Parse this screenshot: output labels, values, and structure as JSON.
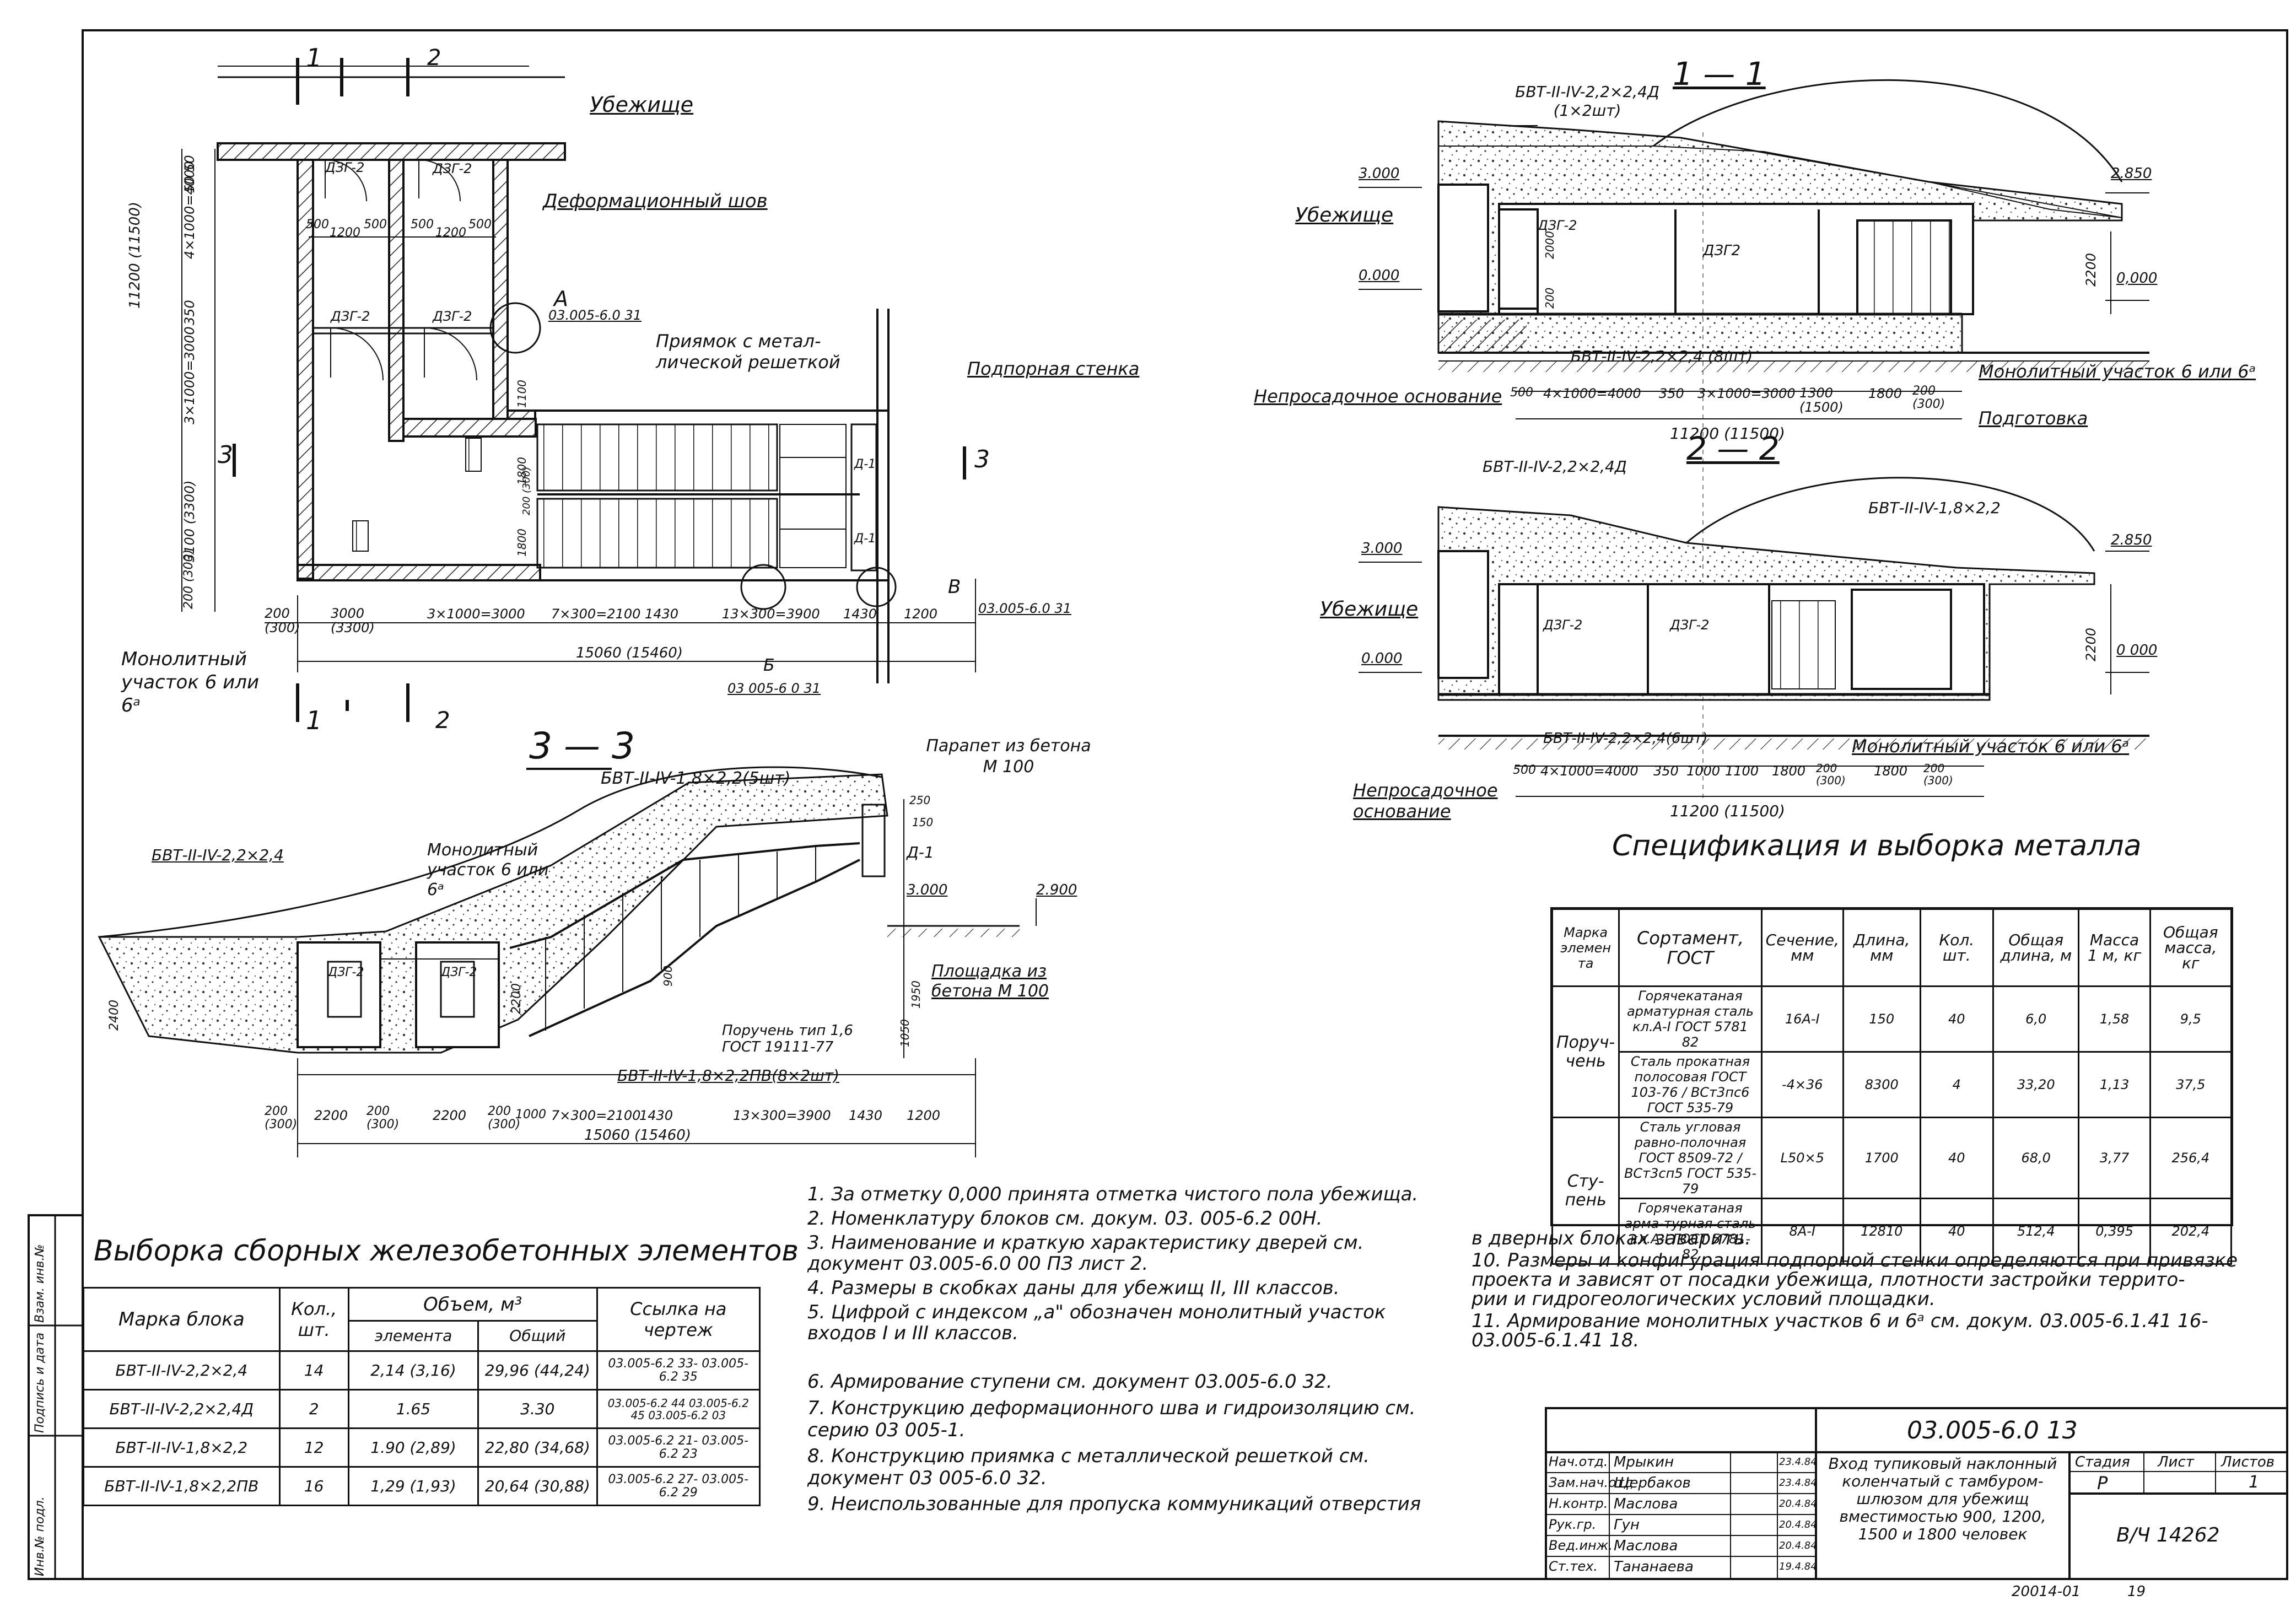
{
  "plan": {
    "cut_labels": [
      "1",
      "2",
      "3"
    ],
    "shelter_label": "Убежище",
    "deformation_joint": "Деформационный шов",
    "door_label": "ДЗГ-2",
    "pit_label": "Приямок с метал-лической решеткой",
    "retaining_wall": "Подпорная стенка",
    "monolith": "Монолитный участок 6 или 6ᵃ",
    "callout_a": "А",
    "callout_a_ref": "03.005-6.0 31",
    "callout_b": "В",
    "callout_b_ref": "03.005-6.0 31",
    "callout_c": "Б",
    "callout_c_ref": "03 005-6 0 31",
    "d1": "Д-1",
    "dims_bottom": [
      "200 (300)",
      "3000 (3300)",
      "3×1000=3000",
      "7×300=2100",
      "1430",
      "13×300=3900",
      "1430",
      "1200"
    ],
    "dim_total": "15060 (15460)",
    "dims_left": [
      "50 50",
      "4×1000=4000",
      "350",
      "3×1000=3000",
      "11200 (11500)",
      "3100 (3300)",
      "200 (300)"
    ],
    "dims_top_small": [
      "500",
      "1200",
      "500",
      "500",
      "1200",
      "500"
    ],
    "dims_right": [
      "1100",
      "1800",
      "200 (300)",
      "1800"
    ]
  },
  "section11": {
    "title": "1 — 1",
    "block_top": "БВТ-II-IV-2,2×2,4Д (1×2шт)",
    "block_bottom": "БВТ-II-IV-2,2×2,4 (8шт)",
    "lvl_300": "3.000",
    "lvl_000": "0.000",
    "lvl_285": "2.850",
    "lvl_right_000": "0,000",
    "shelter": "Убежище",
    "door": "ДЗГ-2",
    "door2": "ДЗГ2",
    "non_subsiding": "Непросадочное основание",
    "monolith": "Монолитный участок 6 или 6ᵃ",
    "prep": "Подготовка",
    "dims": [
      "500",
      "4×1000=4000",
      "350",
      "3×1000=3000",
      "1300 (1500)",
      "1800",
      "200 (300)"
    ],
    "total": "11200 (11500)",
    "height": "2200",
    "h200": "200",
    "h2000": "2000"
  },
  "section22": {
    "title": "2 — 2",
    "block_top": "БВТ-II-IV-2,2×2,4Д",
    "block_right": "БВТ-II-IV-1,8×2,2",
    "block_bottom": "БВТ-II-IV-2,2×2,4(6шт)",
    "lvl_300": "3.000",
    "lvl_000": "0.000",
    "lvl_285": "2.850",
    "lvl_right_000": "0 000",
    "shelter": "Убежище",
    "door": "ДЗГ-2",
    "non_subsiding": "Непросадочное основание",
    "monolith": "Монолитный участок 6 или 6ᵃ",
    "dims": [
      "500",
      "4×1000=4000",
      "350",
      "1000",
      "1100",
      "1800",
      "200 (300)",
      "1800",
      "200 (300)"
    ],
    "total": "11200 (11500)",
    "height": "2200"
  },
  "section33": {
    "title": "3 — 3",
    "block_top": "БВТ-II-IV-1,8×2,2(5шт)",
    "block_left": "БВТ-II-IV-2,2×2,4",
    "monolith": "Монолитный участок 6 или 6ᵃ",
    "parapet": "Парапет из бетона М 100",
    "d1": "Д-1",
    "lvl_300": "3.000",
    "lvl_290": "2.900",
    "platform": "Площадка из бетона М 100",
    "rail": "Поручень тип 1,6 ГОСТ 19111-77",
    "block_bottom": "БВТ-II-IV-1,8×2,2ПВ(8×2шт)",
    "door": "ДЗГ-2",
    "dims": [
      "200 (300)",
      "2200",
      "200 (300)",
      "2200",
      "200 (300)",
      "1000",
      "7×300=2100",
      "1430",
      "13×300=3900",
      "1430",
      "1200"
    ],
    "total": "15060 (15460)",
    "heights": [
      "2400",
      "2200",
      "900",
      "250",
      "150",
      "1950",
      "1050"
    ]
  },
  "spec_metal": {
    "title": "Спецификация и выборка металла",
    "headers": [
      "Марка элемен та",
      "Сортамент, ГОСТ",
      "Сечение, мм",
      "Длина, мм",
      "Кол. шт.",
      "Общая длина, м",
      "Масса 1 м, кг",
      "Общая масса, кг"
    ],
    "groups": [
      {
        "mark": "Поруч- чень",
        "rows": [
          [
            "Горячекатаная арматурная сталь кл.А-I ГОСТ 5781 82",
            "16А-I",
            "150",
            "40",
            "6,0",
            "1,58",
            "9,5"
          ],
          [
            "Сталь прокатная полосовая ГОСТ 103-76 / ВСт3пс6 ГОСТ 535-79",
            "-4×36",
            "8300",
            "4",
            "33,20",
            "1,13",
            "37,5"
          ]
        ]
      },
      {
        "mark": "Сту- пень",
        "rows": [
          [
            "Сталь угловая равно-полочная ГОСТ 8509-72 / ВСт3сп5 ГОСТ 535-79",
            "L50×5",
            "1700",
            "40",
            "68,0",
            "3,77",
            "256,4"
          ],
          [
            "Горячекатаная арма-турная сталь кл.А-I ГОСТ 5781-82",
            "8А-I",
            "12810",
            "40",
            "512,4",
            "0,395",
            "202,4"
          ]
        ]
      }
    ]
  },
  "spec_blocks": {
    "title": "Выборка сборных железобетонных элементов",
    "headers": [
      "Марка блока",
      "Кол., шт.",
      "Объем, м³",
      "элемента",
      "Общий",
      "Ссылка на чертеж"
    ],
    "rows": [
      [
        "БВТ-II-IV-2,2×2,4",
        "14",
        "2,14 (3,16)",
        "29,96 (44,24)",
        "03.005-6.2 33- 03.005-6.2 35"
      ],
      [
        "БВТ-II-IV-2,2×2,4Д",
        "2",
        "1.65",
        "3.30",
        "03.005-6.2 44 03.005-6.2 45 03.005-6.2 03"
      ],
      [
        "БВТ-II-IV-1,8×2,2",
        "12",
        "1.90 (2,89)",
        "22,80 (34,68)",
        "03.005-6.2 21- 03.005-6.2 23"
      ],
      [
        "БВТ-II-IV-1,8×2,2ПВ",
        "16",
        "1,29 (1,93)",
        "20,64 (30,88)",
        "03.005-6.2 27- 03.005-6.2 29"
      ]
    ]
  },
  "notes": [
    "1. За отметку 0,000 принята отметка чистого пола убежища.",
    "2. Номенклатуру          блоков см. докум.   03. 005-6.2  00Н.",
    "3. Наименование и краткую характеристику дверей см.",
    "    документ        03.005-6.0  00  ПЗ  лист 2.",
    "4. Размеры в скобках даны для убежищ II, III классов.",
    "5. Цифрой с индексом „а\" обозначен монолитный участок",
    "    входов I и III классов.",
    "6. Армирование ступени см. документ     03.005-6.0 32.",
    "7. Конструкцию деформационного шва и гидроизоляцию см.",
    "    серию 03 005-1.",
    "8. Конструкцию приямка с металлической решеткой см.",
    "    документ      03 005-6.0  32.",
    "9. Неиспользованные для пропуска коммуникаций отверстия"
  ],
  "notes_right": [
    "в дверных блоках заварить.",
    "10. Размеры и конфигурация подпорной стенки определяются при привязке",
    "      проекта и зависят от посадки убежища, плотности застройки террито-",
    "      рии и гидрогеологических условий площадки.",
    "11. Армирование монолитных участков  6 и 6ᵃ  см. докум. 03.005-6.1.41 16-",
    "      03.005-6.1.41 18."
  ],
  "titleblock": {
    "code": "03.005-6.0  13",
    "roles": [
      "Нач.отд.",
      "Зам.нач.отд",
      "Н.контр.",
      "Рук.гр.",
      "Вед.инж.",
      "Ст.тех."
    ],
    "names": [
      "Мрыкин",
      "Щербаков",
      "Маслова",
      "Гун",
      "Маслова",
      "Тананаева"
    ],
    "dates": [
      "23.4.84",
      "23.4.84",
      "20.4.84",
      "20.4.84",
      "20.4.84",
      "19.4.84"
    ],
    "description": "Вход тупиковый наклонный коленчатый с тамбуром-шлюзом для убежищ вместимостью 900, 1200, 1500 и 1800 человек",
    "stage_label": "Стадия",
    "sheet_label": "Лист",
    "sheets_label": "Листов",
    "stage": "Р",
    "sheets": "1",
    "archive": "В/Ч 14262",
    "bottom_code": "20014-01",
    "bottom_page": "19"
  },
  "side_strip": [
    "Инв.№ подл.",
    "Подпись и дата",
    "Взам. инв.№"
  ]
}
